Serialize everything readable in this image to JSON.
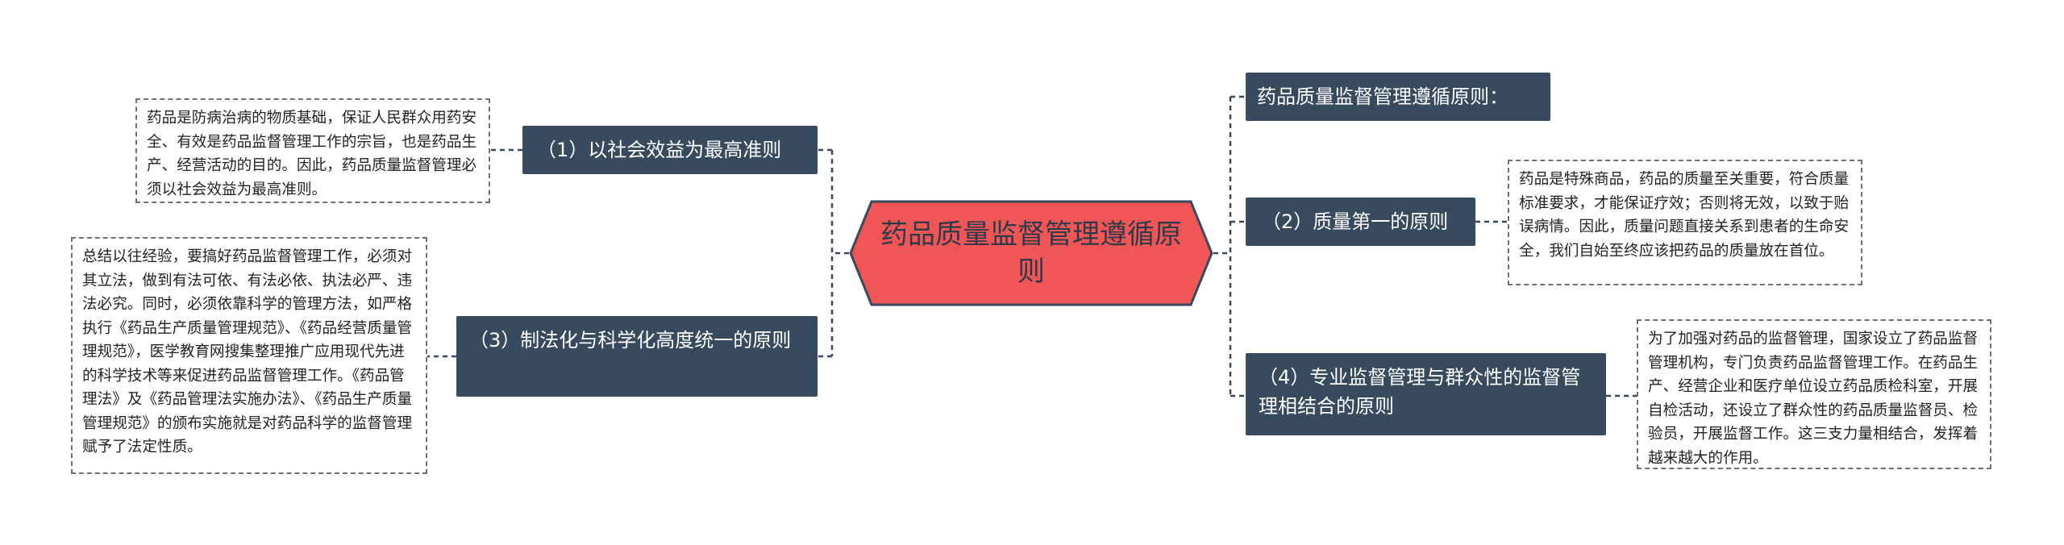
{
  "root": {
    "title": "药品质量监督管理遵循原则"
  },
  "branches": [
    {
      "id": "header",
      "label": "药品质量监督管理遵循原则："
    },
    {
      "id": "p1",
      "label": "（1）以社会效益为最高准则",
      "note": "药品是防病治病的物质基础，保证人民群众用药安全、有效是药品监督管理工作的宗旨，也是药品生产、经营活动的目的。因此，药品质量监督管理必须以社会效益为最高准则。"
    },
    {
      "id": "p2",
      "label": "（2）质量第一的原则",
      "note": "药品是特殊商品，药品的质量至关重要，符合质量标准要求，才能保证疗效；否则将无效，以致于贻误病情。因此，质量问题直接关系到患者的生命安全，我们自始至终应该把药品的质量放在首位。"
    },
    {
      "id": "p3",
      "label": "（3）制法化与科学化高度统一的原则",
      "note": "总结以往经验，要搞好药品监督管理工作，必须对其立法，做到有法可依、有法必依、执法必严、违法必究。同时，必须依靠科学的管理方法，如严格执行《药品生产质量管理规范》、《药品经营质量管理规范》，医学教育网搜集整理推广应用现代先进的科学技术等来促进药品监督管理工作。《药品管理法》及《药品管理法实施办法》、《药品生产质量管理规范》的颁布实施就是对药品科学的监督管理赋予了法定性质。"
    },
    {
      "id": "p4",
      "label": "（4）专业监督管理与群众性的监督管理相结合的原则",
      "note": "为了加强对药品的监督管理，国家设立了药品监督管理机构，专门负责药品监督管理工作。在药品生产、经营企业和医疗单位设立药品质检科室，开展自检活动，还设立了群众性的药品质量监督员、检验员，开展监督工作。这三支力量相结合，发挥着越来越大的作用。"
    }
  ],
  "colors": {
    "root_fill": "#f05656",
    "topic_fill": "#374a5e",
    "line": "#374a5e"
  }
}
